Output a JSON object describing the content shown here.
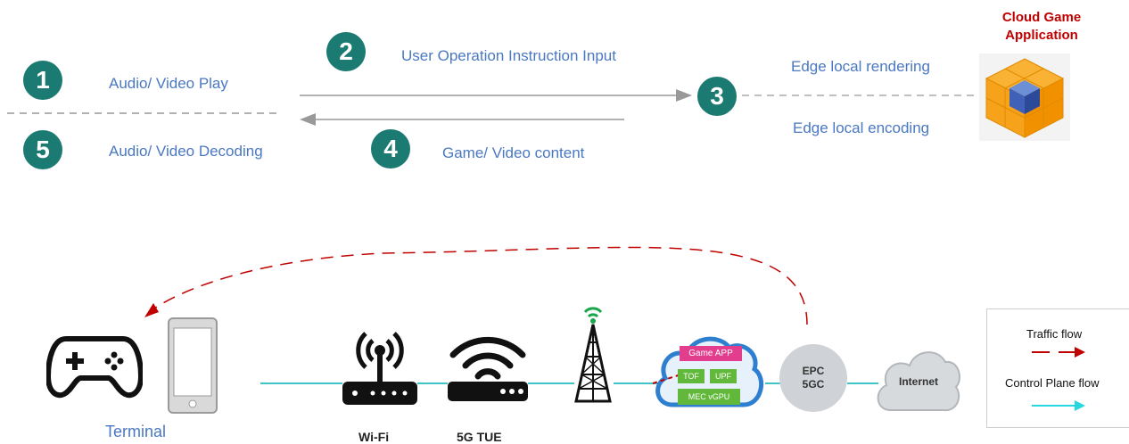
{
  "steps": [
    {
      "number": "1",
      "text": "Audio/ Video Play"
    },
    {
      "number": "2",
      "text": "User Operation Instruction Input"
    },
    {
      "number": "3",
      "text_top": "Edge local rendering",
      "text_bottom": "Edge local encoding"
    },
    {
      "number": "4",
      "text": "Game/ Video content"
    },
    {
      "number": "5",
      "text": "Audio/ Video Decoding"
    }
  ],
  "cloud_app": {
    "title_line1": "Cloud Game",
    "title_line2": "Application",
    "title_color": "#c00000"
  },
  "network": {
    "terminal_label": "Terminal",
    "wifi_label": "Wi-Fi",
    "tue_label": "5G TUE",
    "mec": {
      "game_app": "Game APP",
      "tof": "TOF",
      "upf": "UPF",
      "vgpu": "MEC vGPU"
    },
    "core": {
      "line1": "EPC",
      "line2": "5GC"
    },
    "internet": "Internet"
  },
  "legend": {
    "traffic": "Traffic flow",
    "control": "Control Plane flow"
  },
  "colors": {
    "teal_circle": "#1b7a72",
    "step_text": "#4a78c2",
    "traffic": "#c00000",
    "control": "#26d7e0",
    "link": "#40c4c8"
  }
}
